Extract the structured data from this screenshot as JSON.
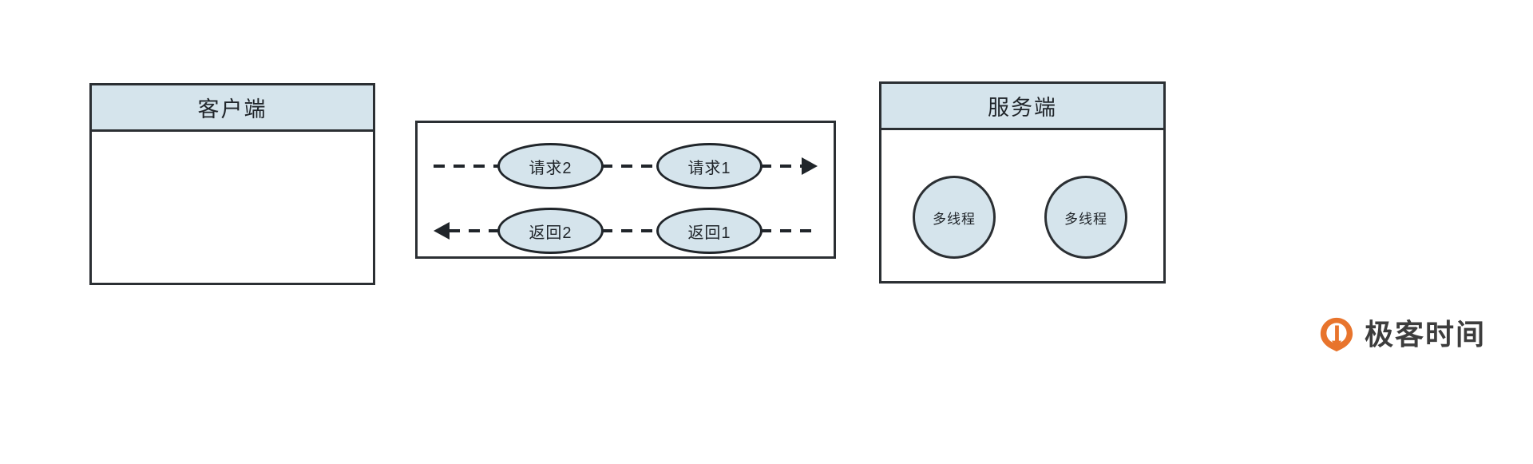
{
  "diagram": {
    "type": "sequence-flow",
    "background": "#ffffff",
    "accent_fill": "#d5e4ec",
    "stroke_color": "#2b2f33",
    "client_panel": {
      "title": "客户端",
      "body_items": []
    },
    "channel": {
      "rows": [
        {
          "id": "request-row",
          "direction": "right",
          "arrow_icon": "arrow-right-icon",
          "nodes": [
            {
              "label": "请求2"
            },
            {
              "label": "请求1"
            }
          ]
        },
        {
          "id": "response-row",
          "direction": "left",
          "arrow_icon": "arrow-left-icon",
          "nodes": [
            {
              "label": "返回2"
            },
            {
              "label": "返回1"
            }
          ]
        }
      ]
    },
    "server_panel": {
      "title": "服务端",
      "threads": [
        {
          "label": "多线程"
        },
        {
          "label": "多线程"
        }
      ]
    }
  },
  "branding": {
    "name": "极客时间",
    "mark_icon": "geektime-pin-icon",
    "mark_color": "#e8742c",
    "text_color": "#3d3d3d"
  }
}
